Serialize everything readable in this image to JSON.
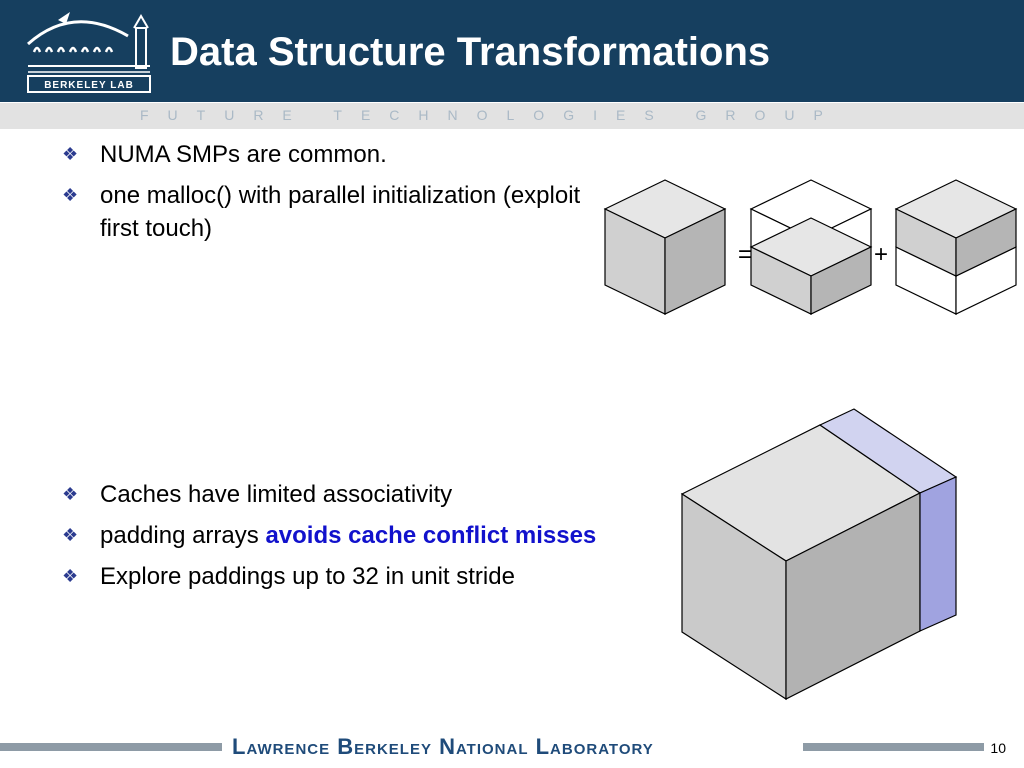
{
  "header": {
    "title": "Data Structure Transformations",
    "logo_text": "BERKELEY LAB"
  },
  "band": {
    "text": "FUTURE  TECHNOLOGIES  GROUP"
  },
  "bullets_top": [
    {
      "text": "NUMA SMPs are common."
    },
    {
      "text": "one malloc() with parallel initialization (exploit first touch)"
    }
  ],
  "bullets_bottom": [
    {
      "text": "Caches have limited associativity"
    },
    {
      "text": "padding arrays ",
      "emphasis": "avoids cache conflict misses"
    },
    {
      "text": "Explore paddings up to 32 in unit stride"
    }
  ],
  "diagram": {
    "equals": "=",
    "plus": "+"
  },
  "footer": {
    "text": "Lawrence Berkeley National Laboratory",
    "page": "10"
  },
  "colors": {
    "header_bg": "#163f5f",
    "accent": "#1111cc",
    "pad_light": "#d1d3f0",
    "pad_dark": "#a0a3e0"
  }
}
